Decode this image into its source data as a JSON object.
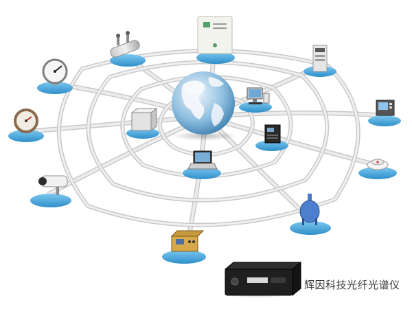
{
  "caption": "辉因科技光纤光谱仪",
  "colors": {
    "web": "#dcdcdc",
    "web_edge": "#b9b9b9",
    "cloud": "#53b4e6",
    "cloud_dark": "#2f8fca",
    "ocean": "#6aa6cf",
    "land": "#f2f4f6",
    "device_dark": "#1f1f1f"
  },
  "devices": [
    {
      "id": "control-cabinet",
      "icon": "control-cabinet-icon"
    },
    {
      "id": "gas-pipeline",
      "icon": "gas-pipeline-icon"
    },
    {
      "id": "server-rack",
      "icon": "server-rack-icon"
    },
    {
      "id": "pressure-gauge",
      "icon": "pressure-gauge-icon"
    },
    {
      "id": "desktop-pc",
      "icon": "desktop-pc-icon"
    },
    {
      "id": "touch-panel",
      "icon": "touch-panel-icon"
    },
    {
      "id": "thermometer-dial",
      "icon": "thermometer-dial-icon"
    },
    {
      "id": "junction-box",
      "icon": "junction-box-icon"
    },
    {
      "id": "industrial-printer",
      "icon": "industrial-printer-icon"
    },
    {
      "id": "smoke-detector",
      "icon": "smoke-detector-icon"
    },
    {
      "id": "laptop",
      "icon": "laptop-icon"
    },
    {
      "id": "security-camera",
      "icon": "security-camera-icon"
    },
    {
      "id": "reactor-vessel",
      "icon": "reactor-vessel-icon"
    },
    {
      "id": "field-test-case",
      "icon": "field-test-case-icon"
    },
    {
      "id": "fiber-spectrometer",
      "icon": "fiber-spectrometer-icon"
    }
  ]
}
